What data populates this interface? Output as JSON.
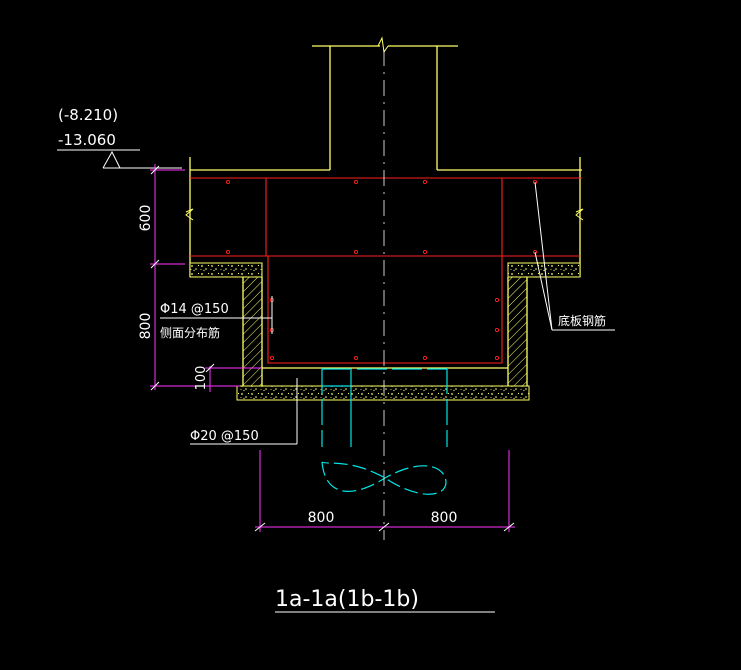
{
  "drawing": {
    "title": "1a-1a(1b-1b)",
    "elevation_upper": "(-8.210)",
    "elevation_lower": "-13.060",
    "dim_vertical_top": "600",
    "dim_vertical_middle": "800",
    "dim_vertical_bottom": "100",
    "dim_horizontal_left": "800",
    "dim_horizontal_right": "800",
    "rebar_side_spec": "Φ14 @150",
    "rebar_side_label": "侧面分布筋",
    "rebar_bottom_spec": "Φ20 @150",
    "rebar_base_label": "底板钢筋"
  },
  "colors": {
    "background": "#000000",
    "concrete_outline": "#ffff66",
    "rebar": "#ff2020",
    "pile": "#00e5e5",
    "dimension": "#ff33ff",
    "leader": "#ffffff",
    "centerline": "#ffffff"
  }
}
